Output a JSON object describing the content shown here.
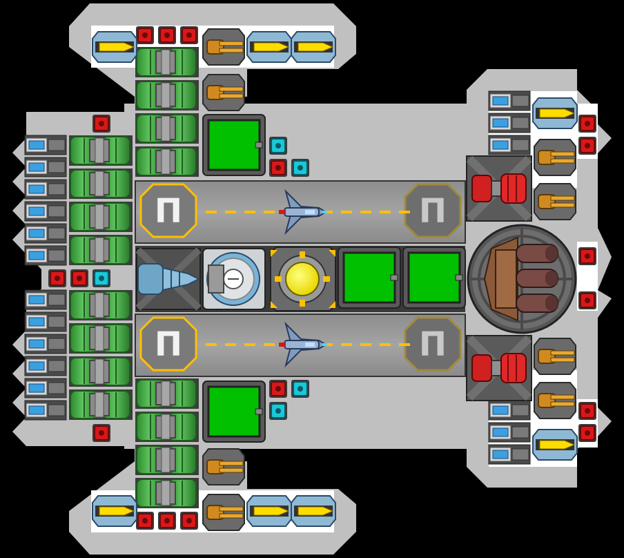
{
  "scene": {
    "title": "",
    "background_color": "#000000",
    "hull_color": "#c0c0c0",
    "deck_color": "#ffffff",
    "runway_marking_color": "#ffc000"
  },
  "hangars": [
    {
      "id": "upper",
      "pad_glyph": "Π",
      "craft": "fighter-icon"
    },
    {
      "id": "lower",
      "pad_glyph": "Π",
      "craft": "fighter-icon"
    }
  ],
  "core_module": {
    "indicator_color": "#ffff00"
  },
  "storage_bays": {
    "fill_color": "#00c000",
    "count": 4
  },
  "weapons": {
    "missile_launchers": "missile-launcher-icon",
    "gun_turrets": "gun-turret-icon",
    "heavy_cannon": "heavy-cannon-icon"
  }
}
